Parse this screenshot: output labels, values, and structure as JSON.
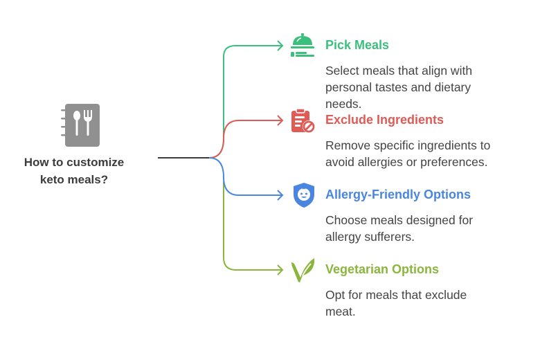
{
  "root": {
    "label_line1": "How to customize",
    "label_line2": "keto meals?",
    "icon": "recipe-book-icon",
    "color": "#909090"
  },
  "branches": [
    {
      "title": "Pick Meals",
      "desc_lines": [
        "Select meals that align with",
        "personal tastes and dietary",
        "needs."
      ],
      "icon": "serving-dish-icon",
      "color": "#3cbf7c"
    },
    {
      "title": "Exclude Ingredients",
      "desc_lines": [
        "Remove specific ingredients to",
        "avoid allergies or preferences."
      ],
      "icon": "clipboard-prohibited-icon",
      "color": "#e05a56"
    },
    {
      "title": "Allergy-Friendly Options",
      "desc_lines": [
        "Choose meals designed for",
        "allergy sufferers."
      ],
      "icon": "baby-shield-icon",
      "color": "#4a86e0"
    },
    {
      "title": "Vegetarian Options",
      "desc_lines": [
        "Opt for meals that exclude",
        "meat."
      ],
      "icon": "leaf-v-icon",
      "color": "#8ab63c"
    }
  ]
}
